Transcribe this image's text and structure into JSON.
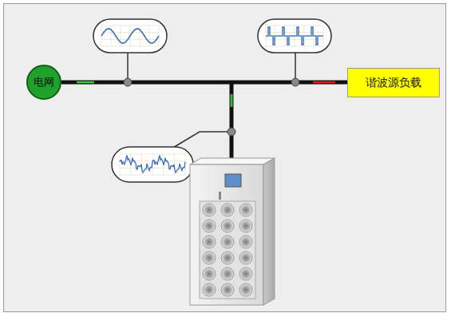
{
  "diagram": {
    "nodes": [
      {
        "text": [
          "电网"
        ]
      },
      {
        "text": [
          "谐波源负载"
        ]
      }
    ],
    "edges": [
      {
        "from": 0,
        "to": 1,
        "arrow": "none"
      }
    ]
  }
}
